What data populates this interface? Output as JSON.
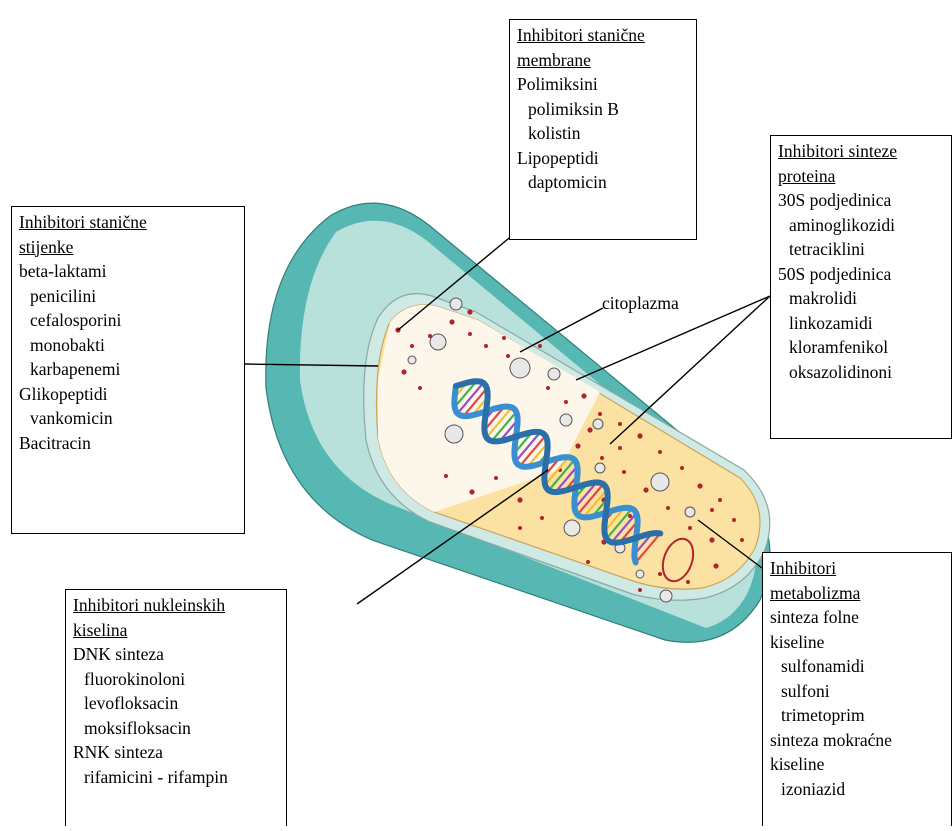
{
  "colors": {
    "capsule_outer": "#57b8b3",
    "capsule_light": "#b9e1dc",
    "membrane_ring": "#cfe9e4",
    "cytoplasm": "#fbe2a2",
    "nucleoid_region": "#fdf6ea",
    "ribosome_dot": "#b0242c",
    "granule": "#e8e8e8",
    "dna_blue": "#3a8fd0"
  },
  "cytoplasm_label": "citoplazma",
  "boxes": {
    "cell_wall": {
      "title": [
        "Inhibitori stanične",
        "stijenke"
      ],
      "items": [
        {
          "text": "beta-laktami",
          "indent": false
        },
        {
          "text": "penicilini",
          "indent": true
        },
        {
          "text": "cefalosporini",
          "indent": true
        },
        {
          "text": "monobakti",
          "indent": true
        },
        {
          "text": "karbapenemi",
          "indent": true
        },
        {
          "text": "Glikopeptidi",
          "indent": false
        },
        {
          "text": "vankomicin",
          "indent": true
        },
        {
          "text": "Bacitracin",
          "indent": false
        }
      ]
    },
    "membrane": {
      "title": [
        "Inhibitori stanične",
        "membrane"
      ],
      "items": [
        {
          "text": "Polimiksini",
          "indent": false
        },
        {
          "text": "polimiksin B",
          "indent": true
        },
        {
          "text": "kolistin",
          "indent": true
        },
        {
          "text": "Lipopeptidi",
          "indent": false
        },
        {
          "text": "daptomicin",
          "indent": true
        }
      ]
    },
    "protein": {
      "title": [
        "Inhibitori sinteze",
        "proteina"
      ],
      "items": [
        {
          "text": "30S podjedinica",
          "indent": false
        },
        {
          "text": "aminoglikozidi",
          "indent": true
        },
        {
          "text": "tetraciklini",
          "indent": true
        },
        {
          "text": "50S podjedinica",
          "indent": false
        },
        {
          "text": "makrolidi",
          "indent": true
        },
        {
          "text": "linkozamidi",
          "indent": true
        },
        {
          "text": "kloramfenikol",
          "indent": true
        },
        {
          "text": "oksazolidinoni",
          "indent": true
        }
      ]
    },
    "nucleic": {
      "title": [
        "Inhibitori nukleinskih",
        "kiselina"
      ],
      "items": [
        {
          "text": "DNK sinteza",
          "indent": false
        },
        {
          "text": "fluorokinoloni",
          "indent": true
        },
        {
          "text": "levofloksacin",
          "indent": true
        },
        {
          "text": "moksifloksacin",
          "indent": true
        },
        {
          "text": "RNK sinteza",
          "indent": false
        },
        {
          "text": "rifamicini - rifampin",
          "indent": true
        }
      ]
    },
    "metabolism": {
      "title": [
        "Inhibitori",
        "metabolizma"
      ],
      "items": [
        {
          "text": "sinteza folne",
          "indent": false
        },
        {
          "text": "kiseline",
          "indent": false
        },
        {
          "text": "sulfonamidi",
          "indent": true
        },
        {
          "text": "sulfoni",
          "indent": true
        },
        {
          "text": "trimetoprim",
          "indent": true
        },
        {
          "text": "sinteza mokraćne",
          "indent": false
        },
        {
          "text": "kiseline",
          "indent": false
        },
        {
          "text": "izoniazid",
          "indent": true
        }
      ]
    }
  }
}
